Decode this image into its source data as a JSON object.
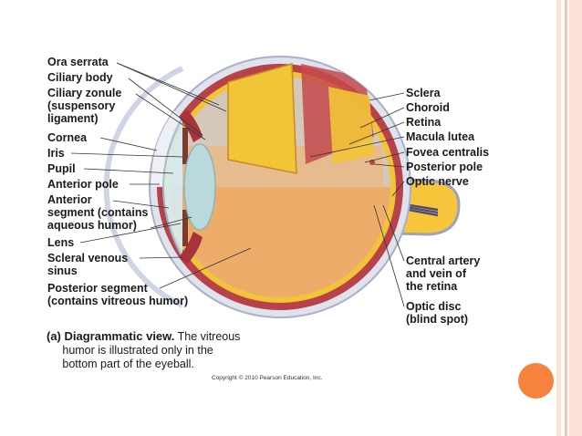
{
  "colors": {
    "stripe_light": "#fbe3d8",
    "stripe_mid": "#f6c4b0",
    "accent_orb": "#f5833d",
    "sclera": "#e8eaf2",
    "choroid": "#b8424a",
    "retina": "#f2c437",
    "vitreous": "#f0a860",
    "optic_nerve": "#f7c63a"
  },
  "labels_left": [
    "Ora serrata",
    "Ciliary body",
    "Ciliary zonule\n(suspensory\nligament)",
    "Cornea",
    "Iris",
    "Pupil",
    "Anterior pole",
    "Anterior\nsegment (contains\naqueous humor)",
    "Lens",
    "Scleral venous\nsinus",
    "Posterior segment\n(contains vitreous humor)"
  ],
  "labels_right": [
    "Sclera",
    "Choroid",
    "Retina",
    "Macula lutea",
    "Fovea centralis",
    "Posterior pole",
    "Optic nerve",
    "Central artery\nand vein of\nthe retina",
    "Optic disc\n(blind spot)"
  ],
  "caption": {
    "label": "(a) Diagrammatic view.",
    "text": " The vitreous\n     humor is illustrated only in the\n     bottom part of the eyeball."
  },
  "copyright": "Copyright © 2010 Pearson Education, Inc."
}
